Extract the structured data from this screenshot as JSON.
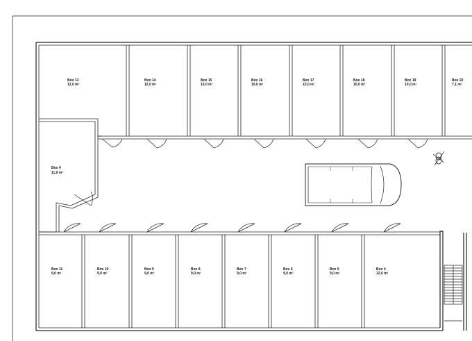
{
  "rooms_top": [
    {
      "name": "Box 13",
      "area": "12,0 m²"
    },
    {
      "name": "Box 14",
      "area": "12,0 m²"
    },
    {
      "name": "Box 15",
      "area": "10,0 m²"
    },
    {
      "name": "Box 16",
      "area": "10,0 m²"
    },
    {
      "name": "Box 17",
      "area": "10,0 m²"
    },
    {
      "name": "Box 18",
      "area": "10,0 m²"
    },
    {
      "name": "Box 19",
      "area": "10,0 m²"
    },
    {
      "name": "Box 20",
      "area": "7,1 m²"
    }
  ],
  "room_left": {
    "name": "Box 4",
    "area": "11,0 m²"
  },
  "rooms_bottom": [
    {
      "name": "Box 11",
      "area": "9,0 m²"
    },
    {
      "name": "Box 10",
      "area": "9,0 m²"
    },
    {
      "name": "Box 9",
      "area": "9,0 m²"
    },
    {
      "name": "Box 8",
      "area": "9,0 m²"
    },
    {
      "name": "Box 7",
      "area": "9,0 m²"
    },
    {
      "name": "Box 6",
      "area": "9,0 m²"
    },
    {
      "name": "Box 5",
      "area": "9,0 m²"
    },
    {
      "name": "Box 4",
      "area": "12,0 m²"
    }
  ]
}
